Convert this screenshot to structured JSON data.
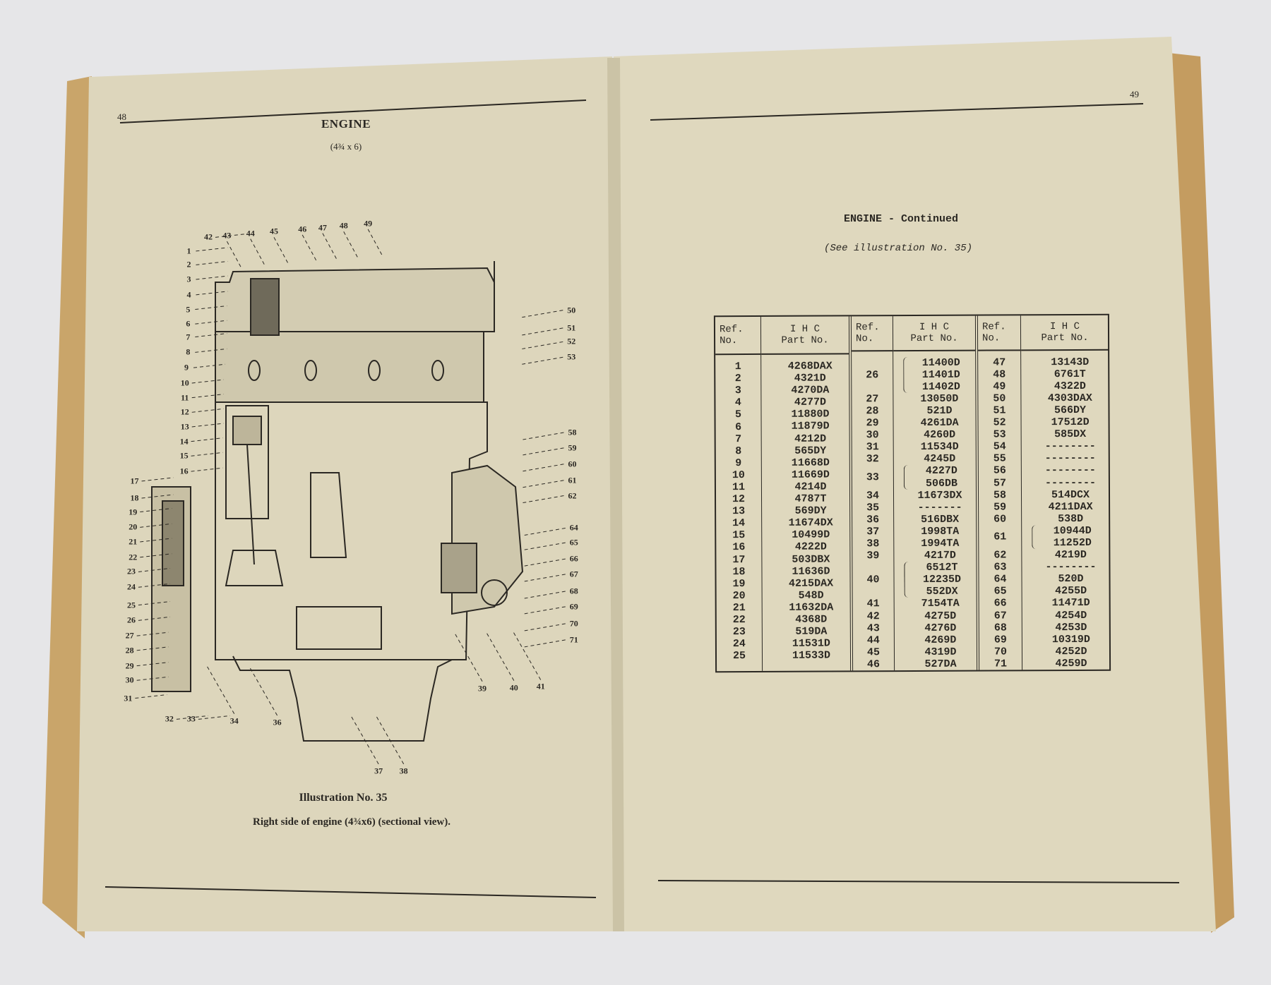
{
  "left_page": {
    "page_number": "48",
    "title": "ENGINE",
    "subtitle": "(4¾ x 6)",
    "callouts": [
      "1",
      "2",
      "3",
      "4",
      "5",
      "6",
      "7",
      "8",
      "9",
      "10",
      "11",
      "12",
      "13",
      "14",
      "15",
      "16",
      "17",
      "18",
      "19",
      "20",
      "21",
      "22",
      "23",
      "24",
      "25",
      "26",
      "27",
      "28",
      "29",
      "30",
      "31",
      "32",
      "33",
      "34",
      "36",
      "37",
      "38",
      "39",
      "40",
      "41",
      "42",
      "43",
      "44",
      "45",
      "46",
      "47",
      "48",
      "49",
      "50",
      "51",
      "52",
      "53",
      "58",
      "59",
      "60",
      "61",
      "62",
      "64",
      "65",
      "66",
      "67",
      "68",
      "69",
      "70",
      "71"
    ],
    "caption_title": "Illustration No. 35",
    "caption_text": "Right side of engine (4¾x6) (sectional view)."
  },
  "right_page": {
    "page_number": "49",
    "title": "ENGINE - Continued",
    "subtitle": "(See illustration No. 35)",
    "table": {
      "header_ref": [
        "Ref.",
        "No."
      ],
      "header_part": [
        "I H C",
        "Part No."
      ],
      "groups": [
        [
          {
            "ref": "1",
            "parts": [
              "4268DAX"
            ]
          },
          {
            "ref": "2",
            "parts": [
              "4321D"
            ]
          },
          {
            "ref": "3",
            "parts": [
              "4270DA"
            ]
          },
          {
            "ref": "4",
            "parts": [
              "4277D"
            ]
          },
          {
            "ref": "5",
            "parts": [
              "11880D"
            ]
          },
          {
            "ref": "6",
            "parts": [
              "11879D"
            ]
          },
          {
            "ref": "7",
            "parts": [
              "4212D"
            ]
          },
          {
            "ref": "8",
            "parts": [
              "565DY"
            ]
          },
          {
            "ref": "9",
            "parts": [
              "11668D"
            ]
          },
          {
            "ref": "10",
            "parts": [
              "11669D"
            ]
          },
          {
            "ref": "11",
            "parts": [
              "4214D"
            ]
          },
          {
            "ref": "12",
            "parts": [
              "4787T"
            ]
          },
          {
            "ref": "13",
            "parts": [
              "569DY"
            ]
          },
          {
            "ref": "14",
            "parts": [
              "11674DX"
            ]
          },
          {
            "ref": "15",
            "parts": [
              "10499D"
            ]
          },
          {
            "ref": "16",
            "parts": [
              "4222D"
            ]
          },
          {
            "ref": "17",
            "parts": [
              "503DBX"
            ]
          },
          {
            "ref": "18",
            "parts": [
              "11636D"
            ]
          },
          {
            "ref": "19",
            "parts": [
              "4215DAX"
            ]
          },
          {
            "ref": "20",
            "parts": [
              "548D"
            ]
          },
          {
            "ref": "21",
            "parts": [
              "11632DA"
            ]
          },
          {
            "ref": "22",
            "parts": [
              "4368D"
            ]
          },
          {
            "ref": "23",
            "parts": [
              "519DA"
            ]
          },
          {
            "ref": "24",
            "parts": [
              "11531D"
            ]
          },
          {
            "ref": "25",
            "parts": [
              "11533D"
            ]
          }
        ],
        [
          {
            "ref": "26",
            "parts": [
              "11400D",
              "11401D",
              "11402D"
            ]
          },
          {
            "ref": "27",
            "parts": [
              "13050D"
            ]
          },
          {
            "ref": "28",
            "parts": [
              "521D"
            ]
          },
          {
            "ref": "29",
            "parts": [
              "4261DA"
            ]
          },
          {
            "ref": "30",
            "parts": [
              "4260D"
            ]
          },
          {
            "ref": "31",
            "parts": [
              "11534D"
            ]
          },
          {
            "ref": "32",
            "parts": [
              "4245D"
            ]
          },
          {
            "ref": "33",
            "parts": [
              "4227D",
              "506DB"
            ]
          },
          {
            "ref": "34",
            "parts": [
              "11673DX"
            ]
          },
          {
            "ref": "35",
            "parts": [
              "-------"
            ]
          },
          {
            "ref": "36",
            "parts": [
              "516DBX"
            ]
          },
          {
            "ref": "37",
            "parts": [
              "1998TA"
            ]
          },
          {
            "ref": "38",
            "parts": [
              "1994TA"
            ]
          },
          {
            "ref": "39",
            "parts": [
              "4217D"
            ]
          },
          {
            "ref": "40",
            "parts": [
              "6512T",
              "12235D",
              "552DX"
            ]
          },
          {
            "ref": "41",
            "parts": [
              "7154TA"
            ]
          },
          {
            "ref": "42",
            "parts": [
              "4275D"
            ]
          },
          {
            "ref": "43",
            "parts": [
              "4276D"
            ]
          },
          {
            "ref": "44",
            "parts": [
              "4269D"
            ]
          },
          {
            "ref": "45",
            "parts": [
              "4319D"
            ]
          },
          {
            "ref": "46",
            "parts": [
              "527DA"
            ]
          }
        ],
        [
          {
            "ref": "47",
            "parts": [
              "13143D"
            ]
          },
          {
            "ref": "48",
            "parts": [
              "6761T"
            ]
          },
          {
            "ref": "49",
            "parts": [
              "4322D"
            ]
          },
          {
            "ref": "50",
            "parts": [
              "4303DAX"
            ]
          },
          {
            "ref": "51",
            "parts": [
              "566DY"
            ]
          },
          {
            "ref": "52",
            "parts": [
              "17512D"
            ]
          },
          {
            "ref": "53",
            "parts": [
              "585DX"
            ]
          },
          {
            "ref": "54",
            "parts": [
              "--------"
            ]
          },
          {
            "ref": "55",
            "parts": [
              "--------"
            ]
          },
          {
            "ref": "56",
            "parts": [
              "--------"
            ]
          },
          {
            "ref": "57",
            "parts": [
              "--------"
            ]
          },
          {
            "ref": "58",
            "parts": [
              "514DCX"
            ]
          },
          {
            "ref": "59",
            "parts": [
              "4211DAX"
            ]
          },
          {
            "ref": "60",
            "parts": [
              "538D"
            ]
          },
          {
            "ref": "61",
            "parts": [
              "10944D",
              "11252D"
            ]
          },
          {
            "ref": "62",
            "parts": [
              "4219D"
            ]
          },
          {
            "ref": "63",
            "parts": [
              "--------"
            ]
          },
          {
            "ref": "64",
            "parts": [
              "520D"
            ]
          },
          {
            "ref": "65",
            "parts": [
              "4255D"
            ]
          },
          {
            "ref": "66",
            "parts": [
              "11471D"
            ]
          },
          {
            "ref": "67",
            "parts": [
              "4254D"
            ]
          },
          {
            "ref": "68",
            "parts": [
              "4253D"
            ]
          },
          {
            "ref": "69",
            "parts": [
              "10319D"
            ]
          },
          {
            "ref": "70",
            "parts": [
              "4252D"
            ]
          },
          {
            "ref": "71",
            "parts": [
              "4259D"
            ]
          }
        ]
      ]
    }
  },
  "colors": {
    "paper": "#ddd6bc",
    "cover": "#c9a56a",
    "ink": "#2b2823",
    "fabric": "#e4e4e6"
  }
}
